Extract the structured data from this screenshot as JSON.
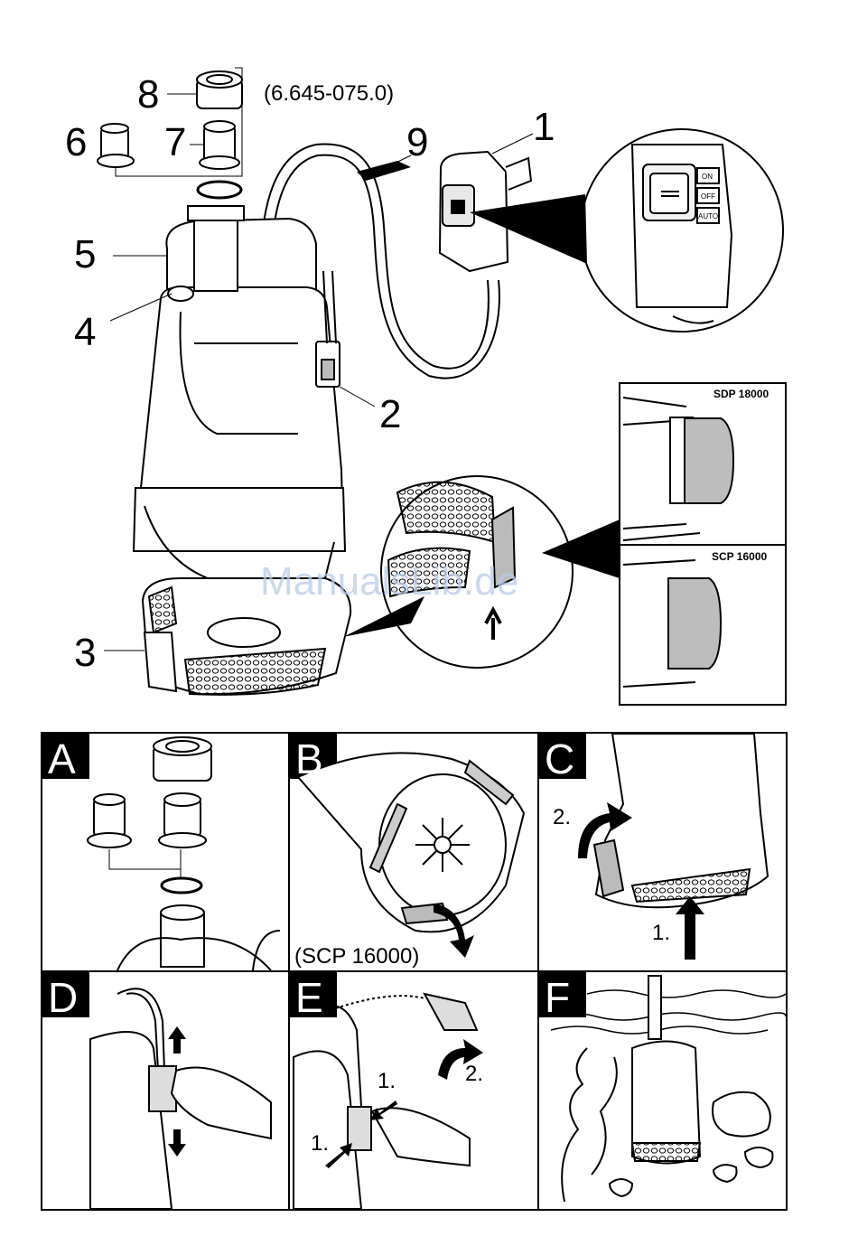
{
  "callouts": {
    "c1": "1",
    "c2": "2",
    "c3": "3",
    "c4": "4",
    "c5": "5",
    "c6": "6",
    "c7": "7",
    "c8": "8",
    "c9": "9"
  },
  "part_number": "(6.645-075.0)",
  "switch_positions": [
    "ON",
    "OFF",
    "AUTO"
  ],
  "models": {
    "top": "SDP 18000",
    "bottom": "SCP 16000"
  },
  "watermark": "ManualsLib.de",
  "panels": [
    {
      "letter": "A"
    },
    {
      "letter": "B",
      "caption": "(SCP 16000)"
    },
    {
      "letter": "C",
      "step1": "1.",
      "step2": "2."
    },
    {
      "letter": "D"
    },
    {
      "letter": "E",
      "step1a": "1.",
      "step1b": "1.",
      "step2": "2."
    },
    {
      "letter": "F"
    }
  ]
}
